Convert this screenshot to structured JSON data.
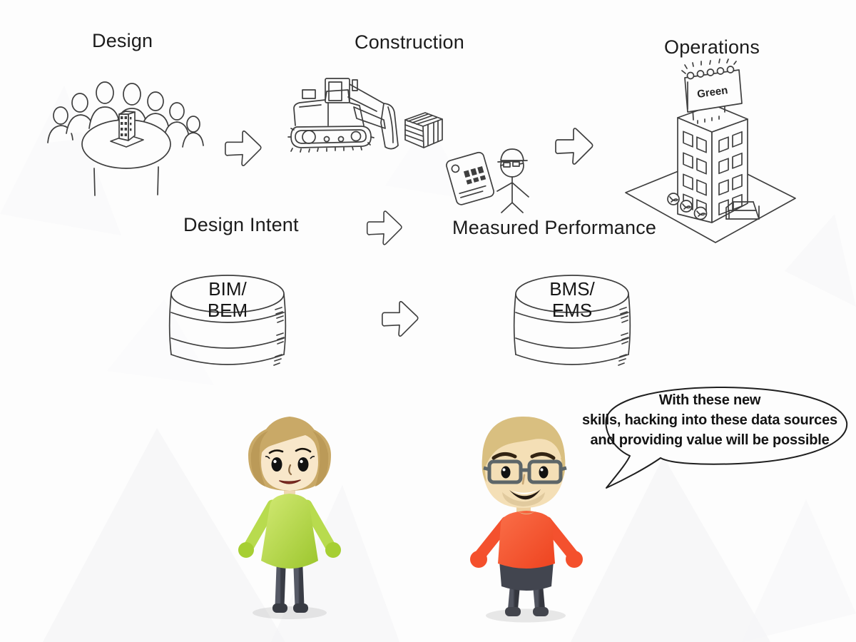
{
  "title_row": {
    "design": "Design",
    "construction": "Construction",
    "operations": "Operations"
  },
  "flow_row": {
    "design_intent": "Design Intent",
    "measured_performance": "Measured Performance"
  },
  "databases": {
    "bim_bem": {
      "line1": "BIM/",
      "line2": "BEM"
    },
    "bms_ems": {
      "line1": "BMS/",
      "line2": "EMS"
    }
  },
  "operations_sign": "Green",
  "speech_bubble": {
    "line1": "With these new",
    "line2": "skills, hacking into these data sources",
    "line3": "and providing value will be possible"
  },
  "colors": {
    "ink": "#3f3f3f",
    "label_text": "#1c1c1c",
    "female_hair": "#c9a967",
    "female_dress": "#b5d948",
    "female_hand": "#a6cf33",
    "male_hair": "#d9bf80",
    "male_shirt": "#f4502e",
    "skin": "#f6e2c0",
    "pants_gray": "#42454f"
  }
}
